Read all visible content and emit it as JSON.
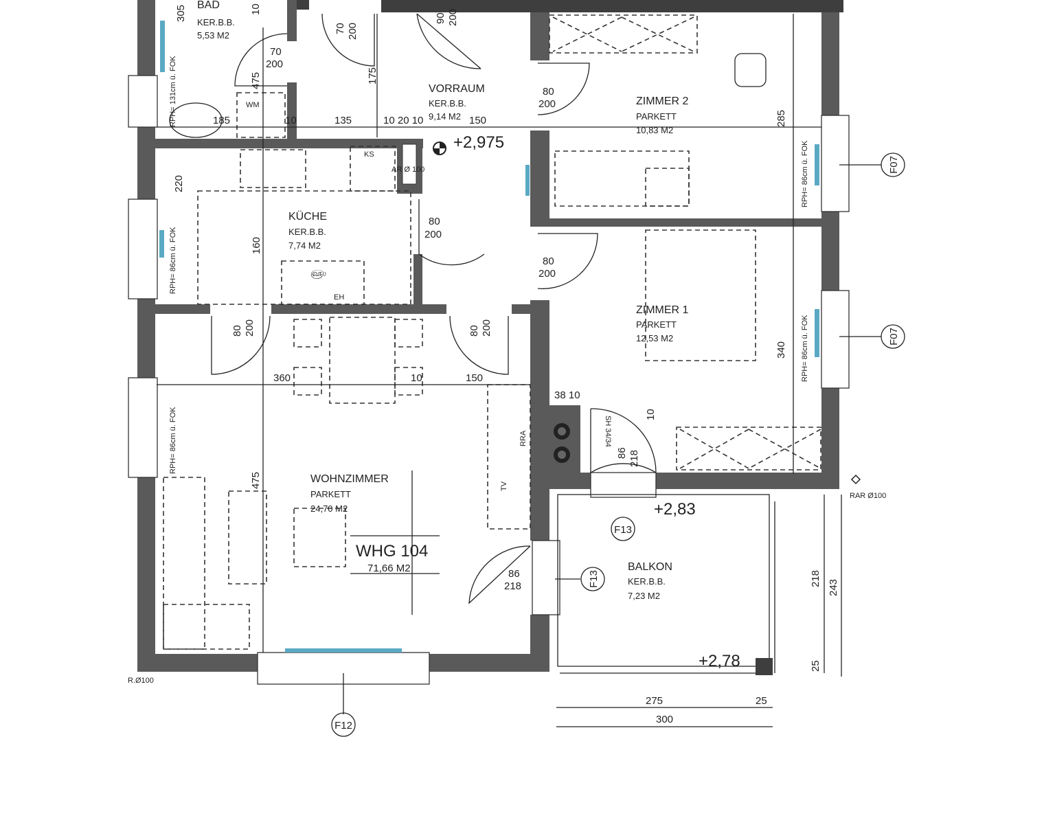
{
  "apartment": {
    "name": "WHG 104",
    "area": "71,66 M2"
  },
  "rooms": [
    {
      "name": "BAD",
      "floor": "KER.B.B.",
      "area": "5,53 M2"
    },
    {
      "name": "VORRAUM",
      "floor": "KER.B.B.",
      "area": "9,14 M2"
    },
    {
      "name": "KÜCHE",
      "floor": "KER.B.B.",
      "area": "7,74 M2"
    },
    {
      "name": "ZIMMER 2",
      "floor": "PARKETT",
      "area": "10,83 M2"
    },
    {
      "name": "ZIMMER 1",
      "floor": "PARKETT",
      "area": "12,53 M2"
    },
    {
      "name": "WOHNZIMMER",
      "floor": "PARKETT",
      "area": "24,70 M2"
    },
    {
      "name": "BALKON",
      "floor": "KER.B.B.",
      "area": "7,23 M2"
    }
  ],
  "levels": [
    "+2,975",
    "+2,83",
    "+2,78"
  ],
  "window_tags": [
    "F07",
    "F07",
    "F12",
    "F13",
    "F13"
  ],
  "window_notes": [
    "RPH= 131cm ü. FOK",
    "RPH= 86cm ü. FOK",
    "RPH= 86cm ü. FOK",
    "RPH= 86cm ü. FOK",
    "RPH= 86cm ü. FOK"
  ],
  "doors": [
    {
      "w": "70",
      "h": "200"
    },
    {
      "w": "70",
      "h": "200"
    },
    {
      "w": "90",
      "h": "200"
    },
    {
      "w": "80",
      "h": "200"
    },
    {
      "w": "80",
      "h": "200"
    },
    {
      "w": "80",
      "h": "200"
    },
    {
      "w": "80",
      "h": "200"
    },
    {
      "w": "80",
      "h": "200"
    },
    {
      "w": "86",
      "h": "218"
    },
    {
      "w": "86",
      "h": "218"
    }
  ],
  "dimensions": {
    "d305": "305",
    "d10a": "10",
    "d185": "185",
    "d10b": "10",
    "d135": "135",
    "d102010": "10 20 10",
    "d150a": "150",
    "d175": "175",
    "d475a": "475",
    "d220": "220",
    "d160": "160",
    "d285": "285",
    "d340": "340",
    "d360": "360",
    "d10c": "10",
    "d150b": "150",
    "d475b": "475",
    "d3810": "38 10",
    "d10d": "10",
    "d275": "275",
    "d25a": "25",
    "d300": "300",
    "d218": "218",
    "d243": "243",
    "d25b": "25"
  },
  "fixtures": {
    "wm": "WM",
    "ks": "KS",
    "ar": "AR Ø 100",
    "eh": "EH",
    "rra": "RRA",
    "tv": "TV",
    "rar": "RAR Ø100",
    "r100": "R.Ø100",
    "shaft": "SH 34/34"
  }
}
